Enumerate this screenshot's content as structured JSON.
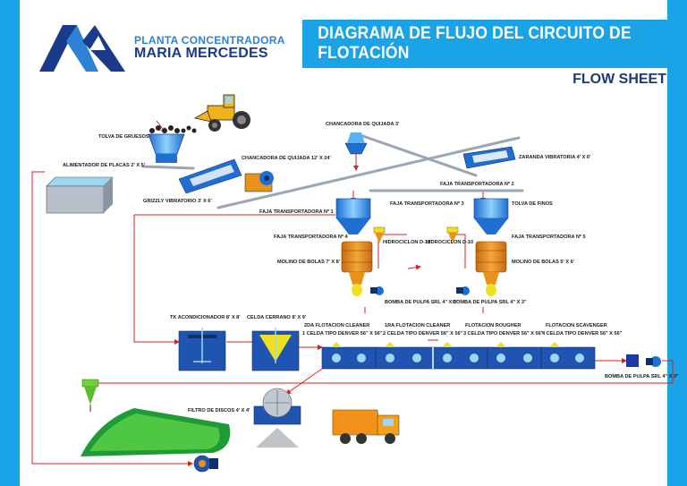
{
  "header": {
    "title": "DIAGRAMA DE FLUJO DEL CIRCUITO DE FLOTACIÓN",
    "subtitle": "FLOW SHEET",
    "brand_line1": "PLANTA CONCENTRADORA",
    "brand_line2": "MARIA MERCEDES"
  },
  "colors": {
    "accent": "#1ba3e8",
    "navy": "#1a3a8a",
    "light_blue": "#2e82d6",
    "flow_line": "#d62020",
    "tank_blue": "#1f55b0",
    "machine_orange": "#e8921a"
  },
  "labels": {
    "tolva_gruesos": "TOLVA DE GRUESOS",
    "alimentador": "ALIMENTADOR DE PLACAS 2' X 5'",
    "grizzly": "GRIZZLY VIBRATORIO 3' X 6'",
    "chancadora_12": "CHANCADORA DE QUIJADA 12' X 24'",
    "chancadora_3": "CHANCADORA DE QUIJADA 3'",
    "zaranda": "ZARANDA VIBRATORIA 4' X 6'",
    "faja_2": "FAJA TRANSPORTADORA Nº 2",
    "faja_1": "FAJA TRANSPORTADORA Nº 1",
    "faja_3": "FAJA TRANSPORTADORA Nº 3",
    "tolva_finos": "TOLVA DE FINOS",
    "faja_4": "FAJA TRANSPORTADORA Nº 4",
    "faja_5": "FAJA TRANSPORTADORA Nº 5",
    "hidrociclon_12": "HIDROCICLON D-12",
    "hidrociclon_10": "HIDROCICLON D-10",
    "molino_7": "MOLINO DE BOLAS 7' X 8'",
    "molino_5": "MOLINO DE BOLAS 5' X 6'",
    "bomba_1": "BOMBA DE PULPA SRL 4\" X 3\"",
    "bomba_2": "BOMBA DE PULPA SRL 4\" X 3\"",
    "bomba_3": "BOMBA DE PULPA SRL 4\" X 3\"",
    "tk_acond": "TK ACONDICIONADOR 8' X 8'",
    "celda_cerrano": "CELDA CERRANO 8' X 9'",
    "cleaner2_a": "2DA FLOTACION CLEANER",
    "cleaner2_b": "1 CELDA TIPO DENVER 56\" X 56\"",
    "cleaner1_a": "1RA FLOTACION CLEANER",
    "cleaner1_b": "2 CELDA TIPO DENVER 56\" X 56\"",
    "rougher_a": "FLOTACION ROUGHER",
    "rougher_b": "3 CELDA TIPO DENVER 56\" X 56\"",
    "scavenger_a": "FLOTACION SCAVENGER",
    "scavenger_b": "4 CELDA TIPO DENVER 56\" X 56\"",
    "filtro": "FILTRO DE DISCOS 4' X 4'"
  }
}
